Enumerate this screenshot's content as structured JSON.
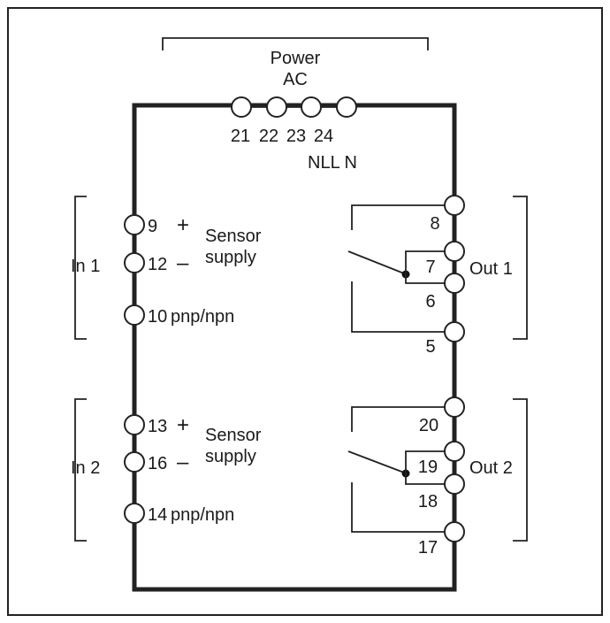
{
  "power": {
    "title": "Power",
    "sub": "AC",
    "terminals": [
      "21",
      "22",
      "23",
      "24"
    ],
    "phases": "NLL N"
  },
  "input1": {
    "group": "In 1",
    "t_plus": "9",
    "t_minus": "12",
    "t_sig": "10",
    "plus_symbol": "+",
    "minus_symbol": "–",
    "sensor": "Sensor",
    "supply": "supply",
    "sig_label": "pnp/npn"
  },
  "input2": {
    "group": "In 2",
    "t_plus": "13",
    "t_minus": "16",
    "t_sig": "14",
    "plus_symbol": "+",
    "minus_symbol": "–",
    "sensor": "Sensor",
    "supply": "supply",
    "sig_label": "pnp/npn"
  },
  "output1": {
    "group": "Out 1",
    "t_top": "8",
    "t_com": "7",
    "t_mid": "6",
    "t_bot": "5"
  },
  "output2": {
    "group": "Out 2",
    "t_top": "20",
    "t_com": "19",
    "t_mid": "18",
    "t_bot": "17"
  }
}
